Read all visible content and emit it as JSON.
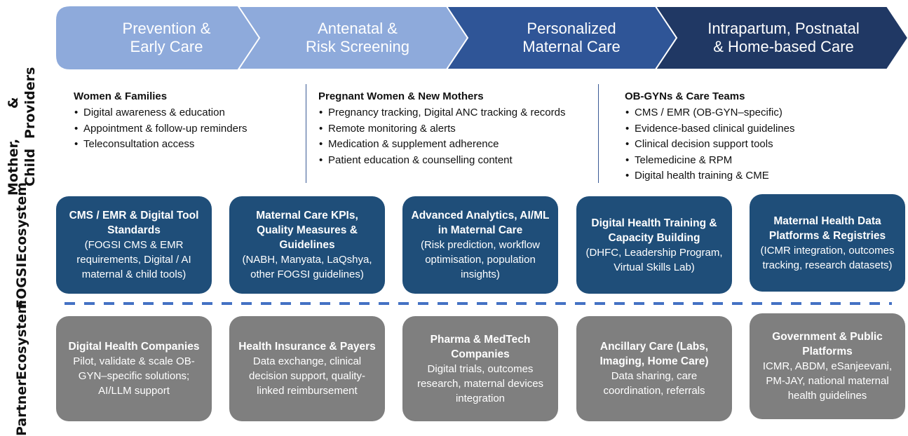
{
  "stages": [
    {
      "line1": "Prevention &",
      "line2": "Early Care",
      "color": "#8eaadb"
    },
    {
      "line1": "Antenatal &",
      "line2": "Risk Screening",
      "color": "#8eaadb"
    },
    {
      "line1": "Personalized",
      "line2": "Maternal Care",
      "color": "#2f5597"
    },
    {
      "line1": "Intrapartum, Postnatal",
      "line2": "& Home-based Care",
      "color": "#203864"
    }
  ],
  "row_labels": {
    "mother": [
      "Mother, Child",
      "& Providers"
    ],
    "fogsi": [
      "FOGSI",
      "Ecosystem"
    ],
    "partner": [
      "Partner",
      "Ecosystem"
    ]
  },
  "groups": [
    {
      "title": "Women & Families",
      "items": [
        "Digital awareness & education",
        "Appointment & follow-up reminders",
        "Teleconsultation access"
      ]
    },
    {
      "title": "Pregnant Women & New Mothers",
      "items": [
        "Pregnancy tracking, Digital ANC tracking & records",
        "Remote monitoring & alerts",
        "Medication & supplement adherence",
        "Patient education & counselling content"
      ]
    },
    {
      "title": "OB-GYNs & Care Teams",
      "items": [
        "CMS / EMR (OB-GYN–specific)",
        "Evidence-based clinical guidelines",
        "Clinical decision support tools",
        "Telemedicine & RPM",
        "Digital health training & CME"
      ]
    }
  ],
  "fogsi": [
    {
      "title": "CMS / EMR & Digital Tool Standards",
      "desc": "(FOGSI CMS & EMR requirements, Digital / AI maternal & child tools)"
    },
    {
      "title": "Maternal Care KPIs, Quality Measures & Guidelines",
      "desc": "(NABH, Manyata, LaQshya, other FOGSI guidelines)"
    },
    {
      "title": "Advanced Analytics, AI/ML in Maternal Care",
      "desc": "(Risk prediction, workflow optimisation, population insights)"
    },
    {
      "title": "Digital Health Training & Capacity Building",
      "desc": "(DHFC, Leadership Program, Virtual Skills Lab)"
    },
    {
      "title": "Maternal Health Data Platforms & Registries",
      "desc": "(ICMR integration, outcomes tracking, research datasets)"
    }
  ],
  "partners": [
    {
      "title": "Digital Health Companies",
      "desc": "Pilot, validate & scale OB-GYN–specific solutions; AI/LLM support"
    },
    {
      "title": "Health Insurance & Payers",
      "desc": "Data exchange, clinical decision support, quality-linked reimbursement"
    },
    {
      "title": "Pharma & MedTech Companies",
      "desc": "Digital trials, outcomes research, maternal devices integration"
    },
    {
      "title": "Ancillary Care (Labs, Imaging, Home Care)",
      "desc": "Data sharing, care coordination, referrals"
    },
    {
      "title": "Government & Public Platforms",
      "desc": "ICMR, ABDM, eSanjeevani, PM-JAY, national maternal health guidelines"
    }
  ]
}
